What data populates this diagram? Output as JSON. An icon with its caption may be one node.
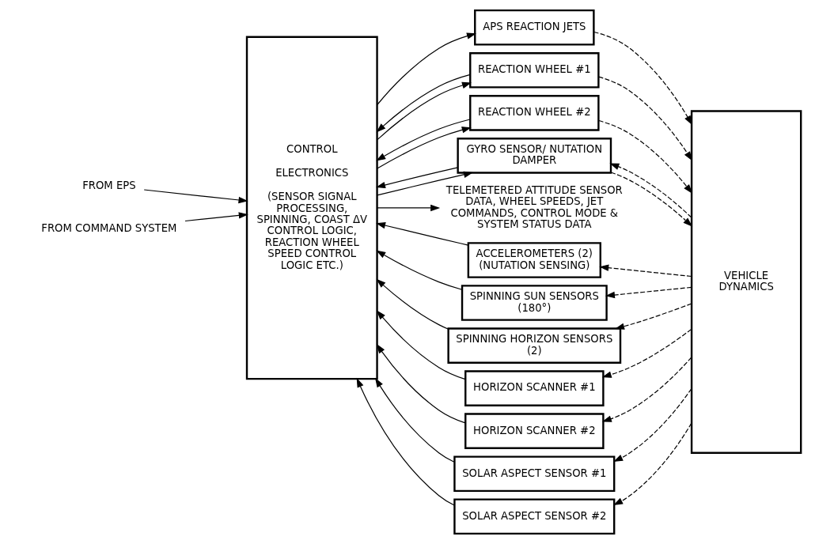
{
  "diagram": {
    "nodes": [
      {
        "text": [
          "CONTROL",
          "ELECTRONICS",
          "(SENSOR SIGNAL PROCESSING, SPINNING, COAST ΔV CONTROL LOGIC, REACTION WHEEL SPEED CONTROL LOGIC ETC.)"
        ]
      },
      {
        "text": [
          "ACCELEROMETERS (2) (NUTATION SENSING)"
        ]
      },
      {
        "text": [
          "SPINNING SUN SENSORS (180°)"
        ]
      },
      {
        "text": [
          "SPINNING HORIZON SENSORS (2)"
        ]
      },
      {
        "text": [
          "APS REACTION JETS"
        ]
      },
      {
        "text": [
          "REACTION WHEEL #1"
        ]
      },
      {
        "text": [
          "HORIZON SCANNER #1"
        ]
      },
      {
        "text": [
          "REACTION WHEEL #2"
        ]
      },
      {
        "text": [
          "HORIZON SCANNER #2"
        ]
      },
      {
        "text": [
          "GYRO SENSOR/ NUTATION DAMPER"
        ]
      },
      {
        "text": [
          "SOLAR ASPECT SENSOR #1"
        ]
      },
      {
        "text": [
          "SOLAR ASPECT SENSOR #2"
        ]
      },
      {
        "text": [
          "VEHICLE DYNAMICS"
        ]
      },
      {
        "text": [
          "TELEMETERED ATTITUDE SENSOR DATA, WHEEL SPEEDS, JET COMMANDS, CONTROL MODE & SYSTEM STATUS DATA"
        ]
      },
      {
        "text": [
          "FROM EPS"
        ]
      },
      {
        "text": [
          "FROM COMMAND SYSTEM"
        ]
      }
    ],
    "edges": [
      {
        "from": 0,
        "to": 13,
        "arrow": "to"
      },
      {
        "from": 1,
        "to": 0,
        "arrow": "to"
      },
      {
        "from": 12,
        "to": 1,
        "arrow": "to",
        "style": "dashed"
      },
      {
        "from": 2,
        "to": 0,
        "arrow": "to"
      },
      {
        "from": 12,
        "to": 2,
        "arrow": "to",
        "style": "dashed"
      },
      {
        "from": 3,
        "to": 0,
        "arrow": "to"
      },
      {
        "from": 12,
        "to": 3,
        "arrow": "to",
        "style": "dashed"
      },
      {
        "from": 0,
        "to": 4,
        "arrow": "to"
      },
      {
        "from": 4,
        "to": 12,
        "arrow": "to",
        "style": "dashed"
      },
      {
        "from": 0,
        "to": 5,
        "arrow": "to"
      },
      {
        "from": 5,
        "to": 0,
        "arrow": "to"
      },
      {
        "from": 5,
        "to": 12,
        "arrow": "to",
        "style": "dashed"
      },
      {
        "from": 6,
        "to": 0,
        "arrow": "to"
      },
      {
        "from": 12,
        "to": 6,
        "arrow": "to",
        "style": "dashed"
      },
      {
        "from": 0,
        "to": 7,
        "arrow": "to"
      },
      {
        "from": 7,
        "to": 0,
        "arrow": "to"
      },
      {
        "from": 7,
        "to": 12,
        "arrow": "to",
        "style": "dashed"
      },
      {
        "from": 8,
        "to": 0,
        "arrow": "to"
      },
      {
        "from": 12,
        "to": 8,
        "arrow": "to",
        "style": "dashed"
      },
      {
        "from": 0,
        "to": 9,
        "arrow": "to"
      },
      {
        "from": 9,
        "to": 0,
        "arrow": "to"
      },
      {
        "from": 9,
        "to": 12,
        "arrow": "to",
        "style": "dashed"
      },
      {
        "from": 12,
        "to": 9,
        "arrow": "to",
        "style": "dashed"
      },
      {
        "from": 10,
        "to": 0,
        "arrow": "to"
      },
      {
        "from": 12,
        "to": 10,
        "arrow": "to",
        "style": "dashed"
      },
      {
        "from": 11,
        "to": 0,
        "arrow": "to"
      },
      {
        "from": 12,
        "to": 11,
        "arrow": "to",
        "style": "dashed"
      },
      {
        "from": 14,
        "to": 0,
        "arrow": "to"
      },
      {
        "from": 15,
        "to": 0,
        "arrow": "to"
      }
    ]
  }
}
